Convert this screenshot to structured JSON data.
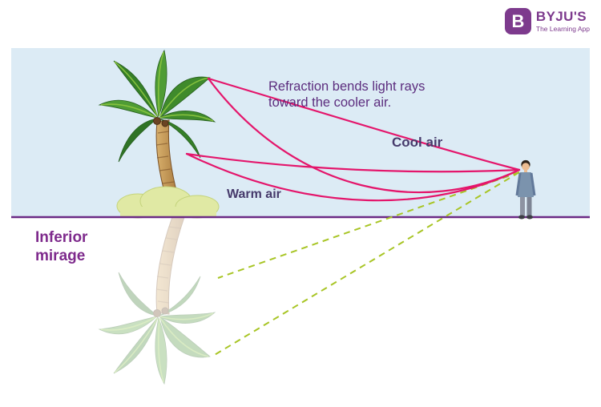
{
  "brand": {
    "name": "BYJU'S",
    "tagline": "The Learning App",
    "badge_letter": "B"
  },
  "diagram": {
    "annotation_line1": "Refraction bends light rays",
    "annotation_line2": "toward the cooler air.",
    "cool_air_label": "Cool air",
    "warm_air_label": "Warm air",
    "mirage_label_line1": "Inferior",
    "mirage_label_line2": "mirage"
  },
  "colors": {
    "sky": "#dcebf5",
    "horizon": "#6b2a85",
    "light_ray": "#e4156b",
    "mirage_ray": "#a8c525",
    "annotation_text": "#5c2d7e",
    "air_label_text": "#463a6b",
    "mirage_text": "#7e2a8c",
    "brand": "#7d3a8d"
  }
}
